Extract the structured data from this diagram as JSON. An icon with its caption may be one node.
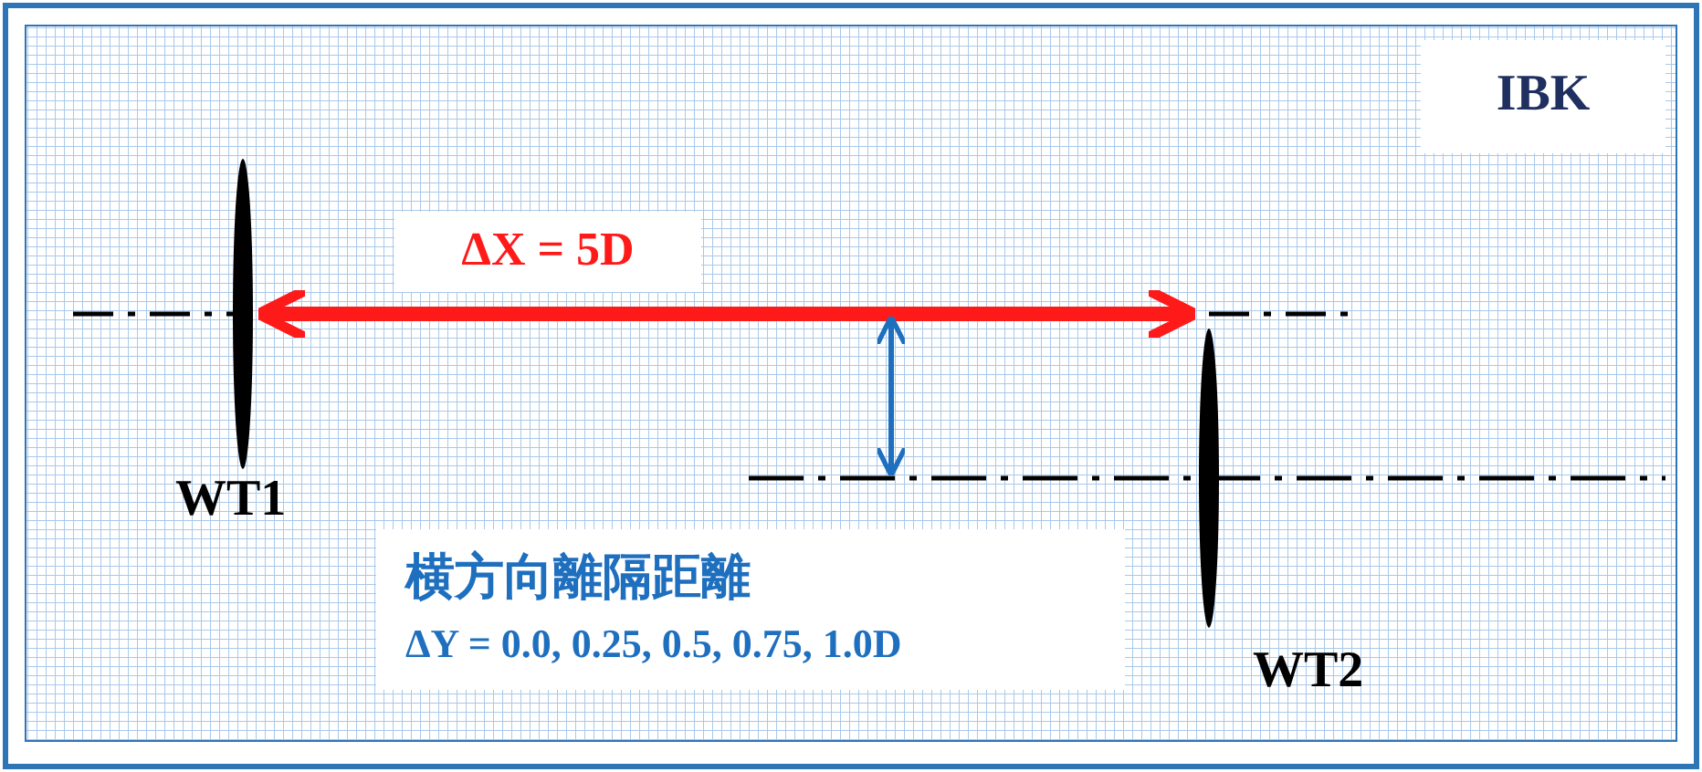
{
  "diagram": {
    "nodes": [
      {
        "text": [
          "IBK"
        ]
      },
      {
        "text": [
          "ΔX = 5D"
        ]
      },
      {
        "text": [
          "横方向離隔距離",
          "ΔY = 0.0, 0.25, 0.5, 0.75, 1.0D"
        ]
      }
    ],
    "labels": [
      "WT1",
      "WT2"
    ]
  }
}
